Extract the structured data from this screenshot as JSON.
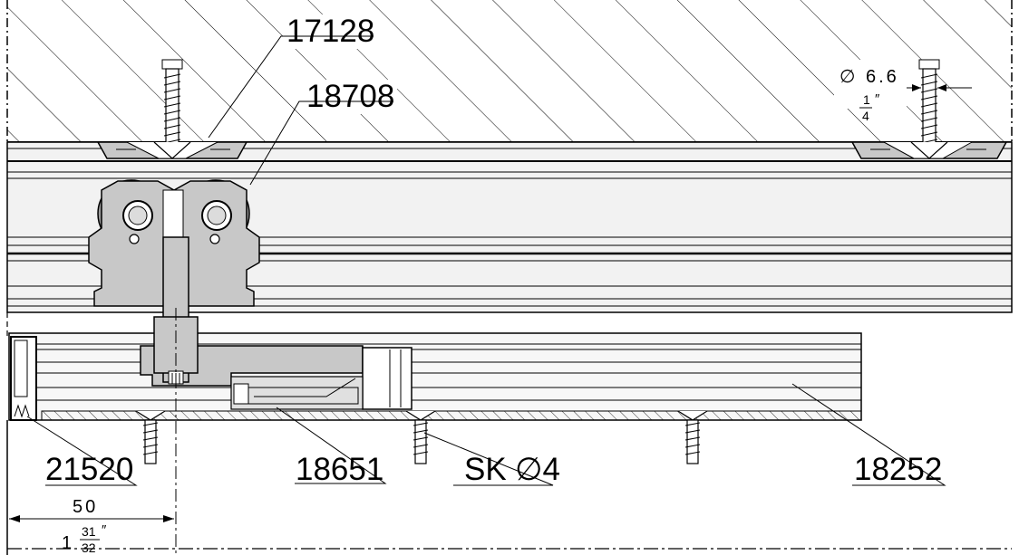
{
  "parts": {
    "p17128": "17128",
    "p18708": "18708",
    "p21520": "21520",
    "p18651": "18651",
    "sk": "SK",
    "sk_dia": "∅4",
    "p18252": "18252"
  },
  "dims": {
    "hole_dia": "∅ 6.6",
    "hole_in_num": "1",
    "hole_in_den": "4",
    "inch_mark": "″",
    "offset_mm": "50",
    "offset_in_whole": "1",
    "offset_in_num": "31",
    "offset_in_den": "32"
  },
  "colors": {
    "ink": "#000000",
    "part_fill": "#c8c8c8",
    "wheel_fill": "#9a9a9a",
    "rail_fill": "#f2f2f2"
  }
}
